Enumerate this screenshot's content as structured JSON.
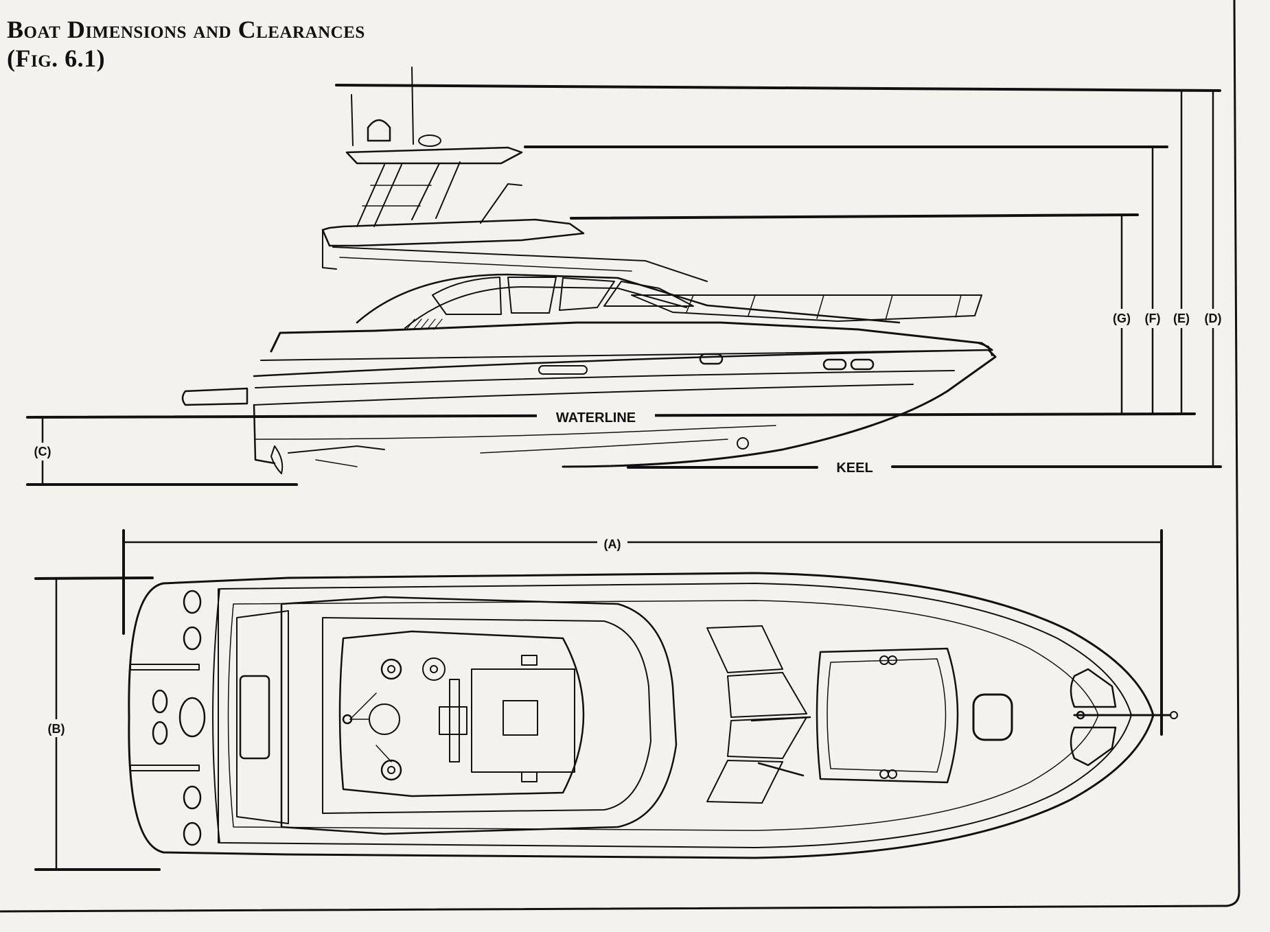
{
  "figure": {
    "title_line1": "Boat Dimensions and Clearances",
    "title_line2": "(Fig. 6.1)"
  },
  "labels": {
    "waterline": "WATERLINE",
    "keel": "KEEL",
    "a": "(A)",
    "b": "(B)",
    "c": "(C)",
    "d": "(D)",
    "e": "(E)",
    "f": "(F)",
    "g": "(G)"
  }
}
